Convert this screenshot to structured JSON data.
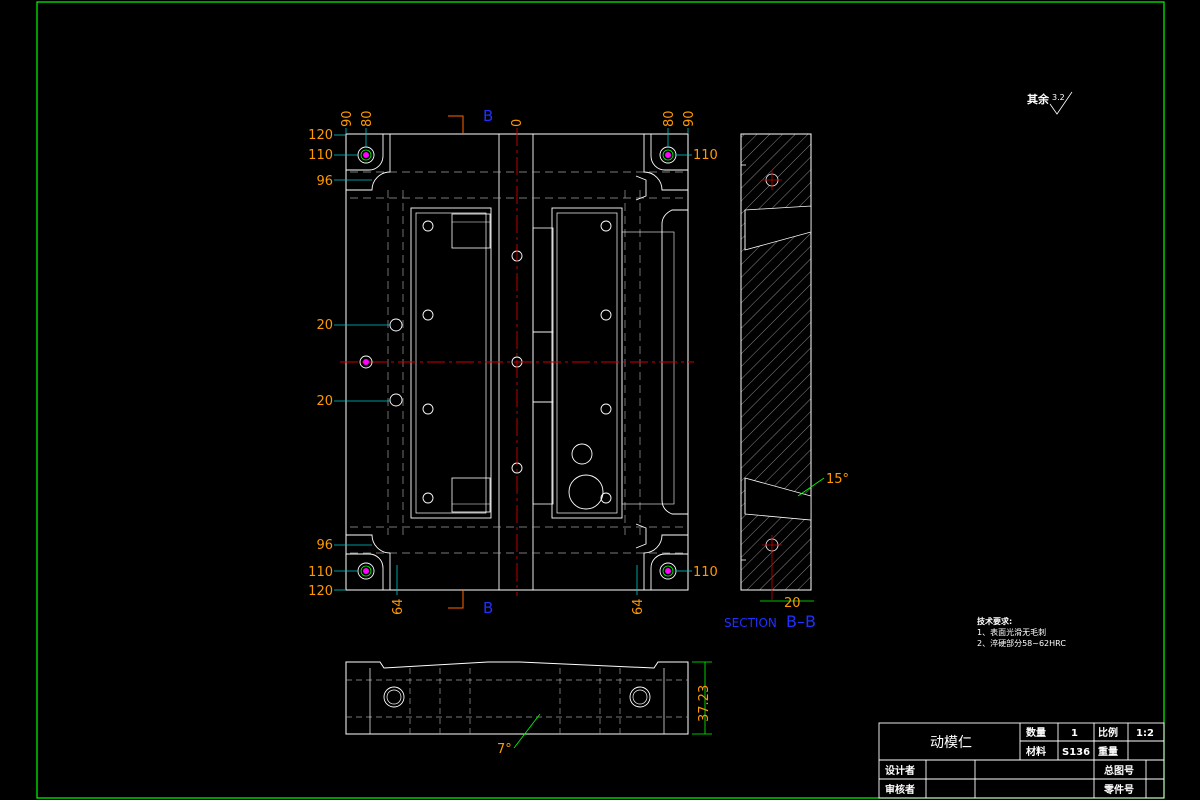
{
  "colors": {
    "background": "#000000",
    "frame": "#00ff00",
    "outline": "#ffffff",
    "dimension": "#ff9900",
    "centerline": "#cc0000",
    "leader": "#00c8c8",
    "hatch": "#b0b0b0",
    "section_label": "#2030ff",
    "hidden": "#a0a0a0",
    "hole_mark": "#ff00ff"
  },
  "surface_finish": {
    "label": "其余",
    "value": "3.2"
  },
  "main_view": {
    "dims_top": [
      "90",
      "80",
      "0",
      "80",
      "90"
    ],
    "dims_left": [
      "120",
      "110",
      "96",
      "20",
      "20",
      "96",
      "110",
      "120"
    ],
    "dims_right": [
      "110",
      "110"
    ],
    "dims_bottom": [
      "64",
      "64"
    ],
    "section_mark": "B"
  },
  "section_view": {
    "title": "SECTION",
    "name": "B–B",
    "angle": "15°",
    "width_dim": "20"
  },
  "bottom_view": {
    "height_dim": "37.23",
    "angle": "7°"
  },
  "tech_notes": {
    "title": "技术要求:",
    "items": [
      "1、表面光滑无毛刺",
      "2、淬硬部分58~62HRC"
    ]
  },
  "title_block": {
    "part_name": "动模仁",
    "rows": [
      {
        "label": "数量",
        "value": "1",
        "label2": "比例",
        "value2": "1:2"
      },
      {
        "label": "材料",
        "value": "S136",
        "label2": "重量",
        "value2": ""
      }
    ],
    "designer_label": "设计者",
    "reviewer_label": "审核者",
    "assembly_label": "总图号",
    "part_no_label": "零件号"
  }
}
